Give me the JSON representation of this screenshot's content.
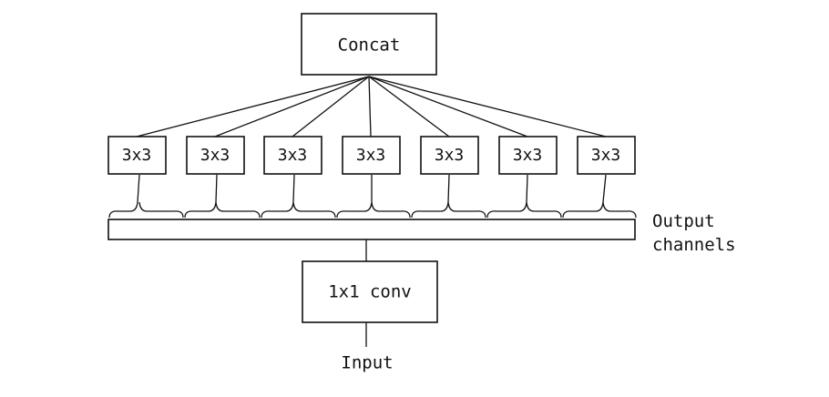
{
  "concat_label": "Concat",
  "conv3x3_labels": [
    "3x3",
    "3x3",
    "3x3",
    "3x3",
    "3x3",
    "3x3",
    "3x3"
  ],
  "channels_label_line1": "Output",
  "channels_label_line2": "channels",
  "conv1x1_label": "1x1 conv",
  "input_label": "Input",
  "colors": {
    "stroke": "#111111",
    "background": "#ffffff"
  }
}
